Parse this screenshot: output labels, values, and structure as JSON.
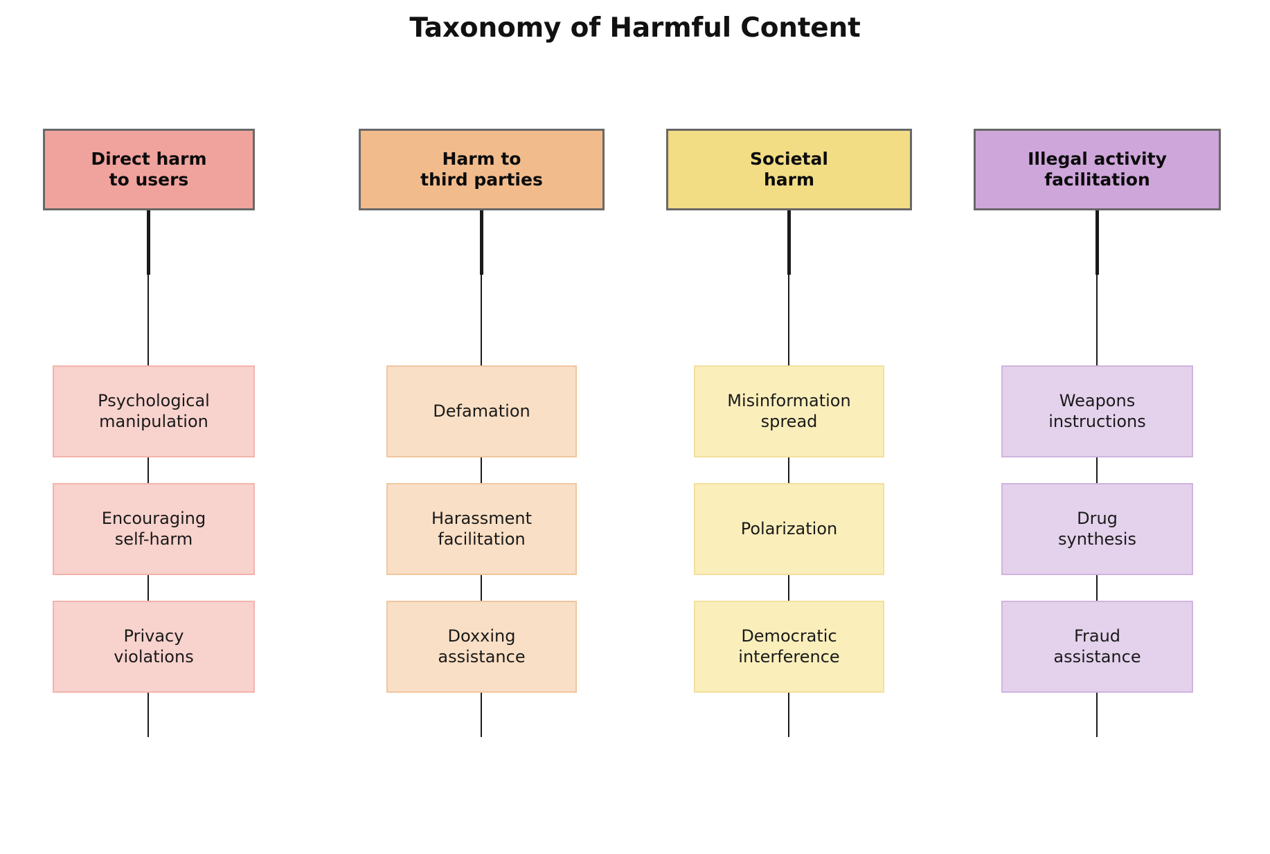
{
  "title": "Taxonomy of Harmful Content",
  "diagram": {
    "type": "taxonomy-tree",
    "orientation": "vertical-columns",
    "columns": [
      {
        "id": "direct-harm-to-users",
        "header": "Direct harm\nto users",
        "header_color": "#f0a29d",
        "header_border_color": "#686868",
        "sub_color": "#f8d2cd",
        "sub_border_color": "#f3b3ac",
        "items": [
          "Psychological\nmanipulation",
          "Encouraging\nself-harm",
          "Privacy\nviolations"
        ]
      },
      {
        "id": "harm-to-third-parties",
        "header": "Harm to\nthird parties",
        "header_color": "#f1bb8c",
        "header_border_color": "#686868",
        "sub_color": "#f9dfc5",
        "sub_border_color": "#f0c69e",
        "items": [
          "Defamation",
          "Harassment\nfacilitation",
          "Doxxing\nassistance"
        ]
      },
      {
        "id": "societal-harm",
        "header": "Societal\nharm",
        "header_color": "#f2dc84",
        "header_border_color": "#686868",
        "sub_color": "#faeebb",
        "sub_border_color": "#f2e09b",
        "items": [
          "Misinformation\nspread",
          "Polarization",
          "Democratic\ninterference"
        ]
      },
      {
        "id": "illegal-activity-facilitation",
        "header": "Illegal activity\nfacilitation",
        "header_color": "#cea6da",
        "header_border_color": "#686868",
        "sub_color": "#e4d2ec",
        "sub_border_color": "#cfb4de",
        "items": [
          "Weapons\ninstructions",
          "Drug\nsynthesis",
          "Fraud\nassistance"
        ]
      }
    ],
    "connector_color": "#1a1a1a"
  }
}
